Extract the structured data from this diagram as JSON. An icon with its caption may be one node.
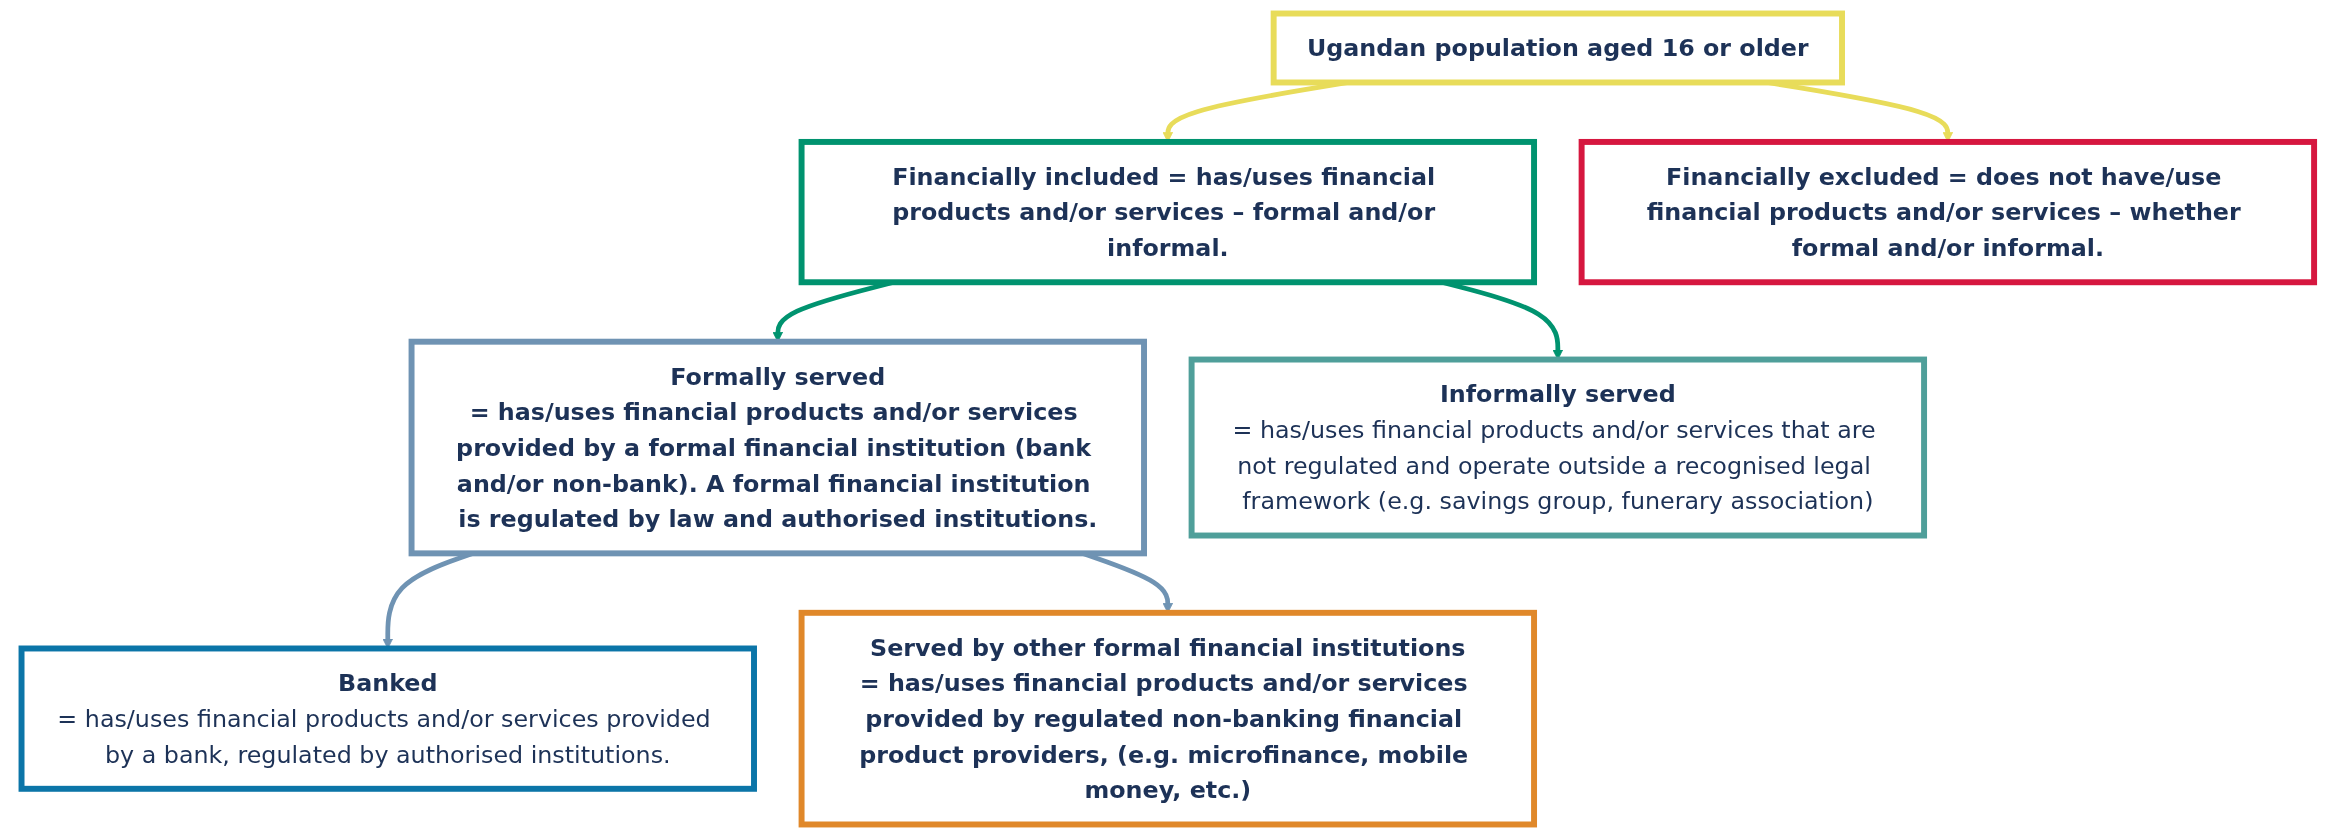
{
  "diagram": {
    "nodes": [
      {
        "text": [
          "Ugandan population aged 16 or older"
        ]
      },
      {
        "text": [
          "Financially included = has/uses financial products and/or services – formal and/or informal."
        ]
      },
      {
        "text": [
          "Financially excluded = does not have/use financial products and/or services – whether formal and/or informal."
        ]
      },
      {
        "text": [
          "Formally served",
          "= has/uses financial products and/or services provided by a formal financial institution (bank and/or non-bank). A formal financial institution is regulated by law and authorised institutions."
        ]
      },
      {
        "text": [
          "Informally served",
          "= has/uses financial products and/or services that are not regulated and operate outside a recognised legal framework (e.g. savings group, funerary association)"
        ]
      },
      {
        "text": [
          "Banked",
          "= has/uses financial products and/or services provided by a bank, regulated by authorised institutions."
        ]
      },
      {
        "text": [
          "Served by other formal financial institutions",
          "= has/uses financial products and/or services provided by regulated non-banking financial product providers, (e.g. microfinance, mobile money, etc.)"
        ]
      }
    ],
    "edges": [
      {
        "from": 0,
        "to": 1,
        "arrow": "to",
        "color": "#e8dc5a"
      },
      {
        "from": 0,
        "to": 2,
        "arrow": "to",
        "color": "#e8dc5a"
      },
      {
        "from": 1,
        "to": 3,
        "arrow": "to",
        "color": "#00936f"
      },
      {
        "from": 1,
        "to": 4,
        "arrow": "to",
        "color": "#00936f"
      },
      {
        "from": 3,
        "to": 5,
        "arrow": "to",
        "color": "#6f93b3"
      },
      {
        "from": 3,
        "to": 6,
        "arrow": "to",
        "color": "#6f93b3"
      }
    ]
  }
}
